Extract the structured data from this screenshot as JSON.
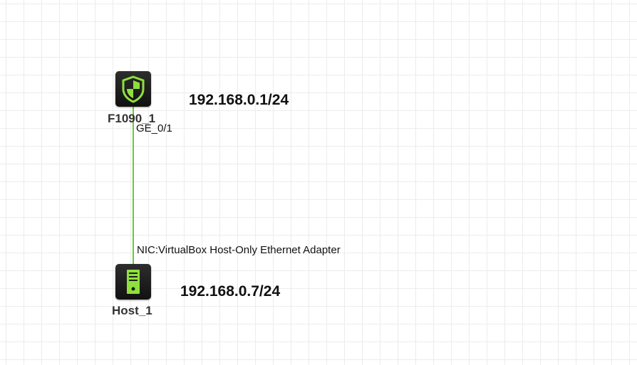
{
  "diagram": {
    "devices": [
      {
        "name": "F1090_1",
        "icon": "firewall-shield-icon",
        "ip": "192.168.0.1/24",
        "port": "GE_0/1"
      },
      {
        "name": "Host_1",
        "icon": "host-server-icon",
        "ip": "192.168.0.7/24",
        "port": "NIC:VirtualBox Host-Only Ethernet Adapter"
      }
    ],
    "colors": {
      "link": "#66cc33",
      "icon_accent": "#8fe03c",
      "icon_background": "#1f1f1f",
      "grid": "#ececec"
    }
  }
}
